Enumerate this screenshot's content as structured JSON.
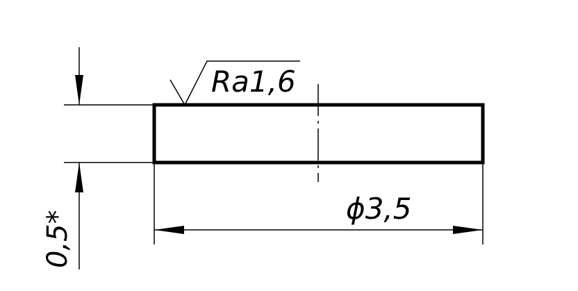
{
  "drawing": {
    "surface_finish": {
      "label": "Ra1,6"
    },
    "diameter_dimension": {
      "label": "ϕ3,5"
    },
    "thickness_dimension": {
      "label": "0,5*"
    },
    "colors": {
      "line": "#000000",
      "background": "#ffffff"
    }
  }
}
